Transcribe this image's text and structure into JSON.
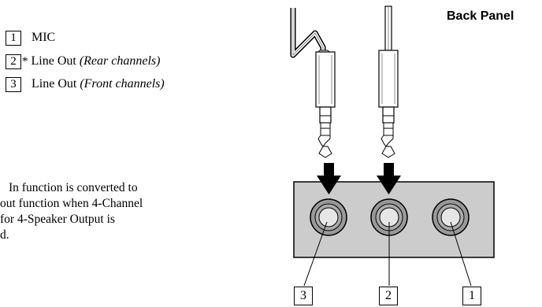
{
  "legend": [
    {
      "number": "1",
      "marker": "",
      "label": "MIC",
      "note": ""
    },
    {
      "number": "2",
      "marker": "*",
      "label": "Line Out",
      "note": "(Rear channels)"
    },
    {
      "number": "3",
      "marker": "",
      "label": "Line Out",
      "note": "(Front channels)"
    }
  ],
  "panel_title": "Back  Panel",
  "note_lines": [
    "In function is converted to",
    "out function when 4-Channel",
    "for 4-Speaker Output is",
    "d."
  ],
  "callouts": [
    "3",
    "2",
    "1"
  ],
  "colors": {
    "panel_fill": "#cccccc",
    "arrow": "#000000",
    "jack_ring": "#aaaaaa"
  }
}
